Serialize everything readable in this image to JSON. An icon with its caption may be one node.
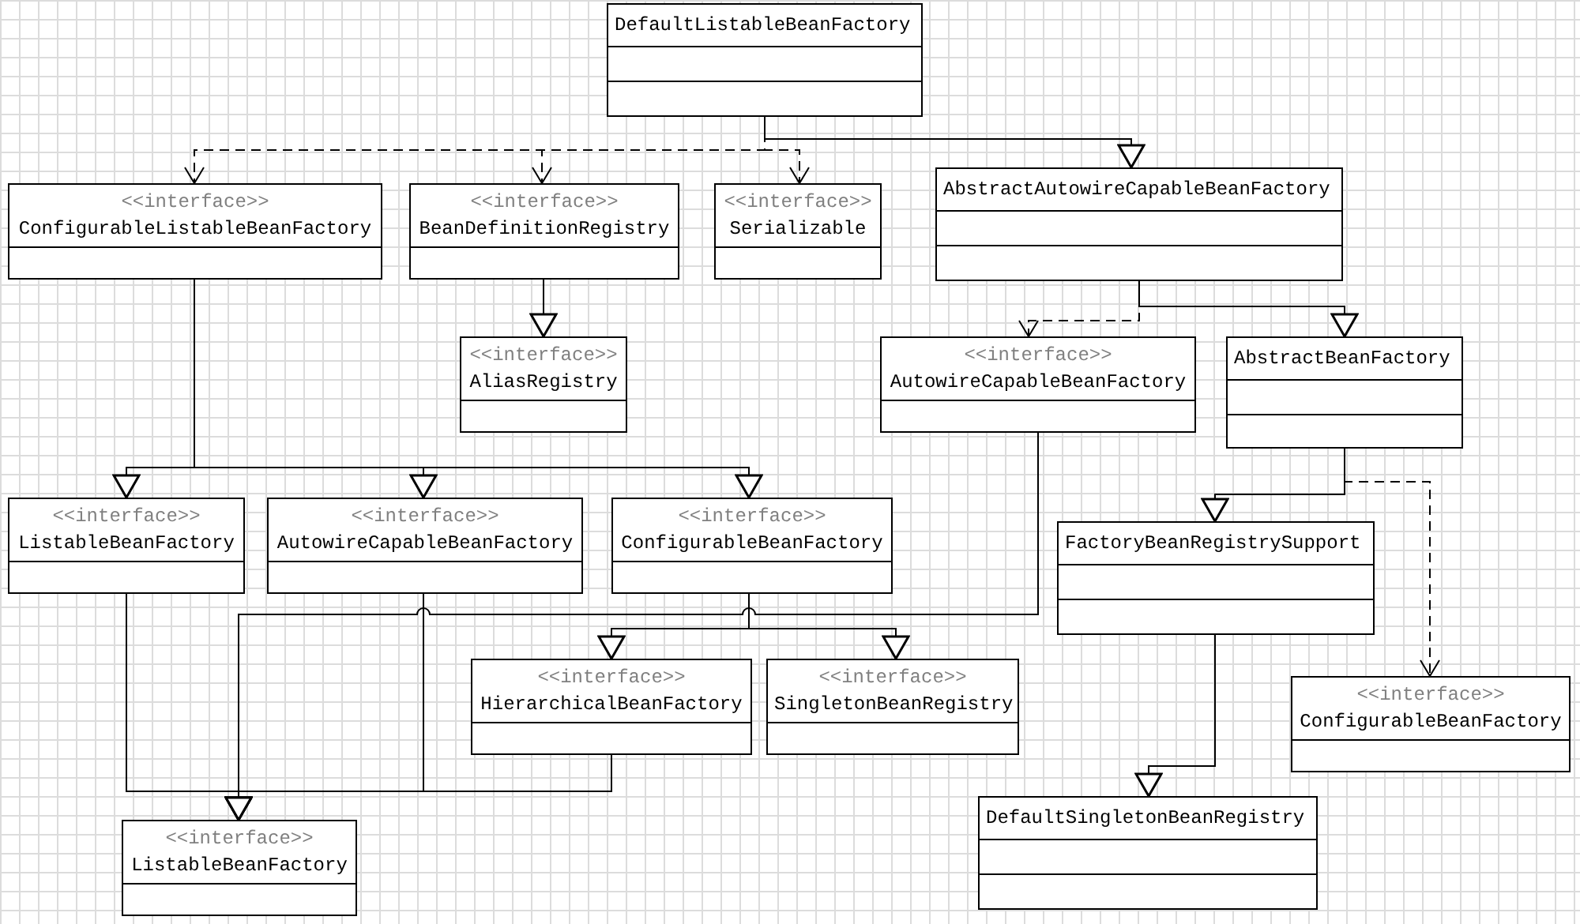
{
  "diagram": {
    "nodes": [
      {
        "text": [
          "DefaultListableBeanFactory"
        ]
      },
      {
        "text": [
          "<<interface>>",
          "ConfigurableListableBeanFactory"
        ]
      },
      {
        "text": [
          "<<interface>>",
          "BeanDefinitionRegistry"
        ]
      },
      {
        "text": [
          "<<interface>>",
          "Serializable"
        ]
      },
      {
        "text": [
          "AbstractAutowireCapableBeanFactory"
        ]
      },
      {
        "text": [
          "<<interface>>",
          "AliasRegistry"
        ]
      },
      {
        "text": [
          "<<interface>>",
          "AutowireCapableBeanFactory"
        ]
      },
      {
        "text": [
          "AbstractBeanFactory"
        ]
      },
      {
        "text": [
          "<<interface>>",
          "ListableBeanFactory"
        ]
      },
      {
        "text": [
          "<<interface>>",
          "AutowireCapableBeanFactory"
        ]
      },
      {
        "text": [
          "<<interface>>",
          "ConfigurableBeanFactory"
        ]
      },
      {
        "text": [
          "FactoryBeanRegistrySupport"
        ]
      },
      {
        "text": [
          "<<interface>>",
          "HierarchicalBeanFactory"
        ]
      },
      {
        "text": [
          "<<interface>>",
          "SingletonBeanRegistry"
        ]
      },
      {
        "text": [
          "<<interface>>",
          "ConfigurableBeanFactory"
        ]
      },
      {
        "text": [
          "<<interface>>",
          "ListableBeanFactory"
        ]
      },
      {
        "text": [
          "DefaultSingletonBeanRegistry"
        ]
      }
    ],
    "edges": [
      {
        "from": 0,
        "to": 1,
        "arrow": "to",
        "style": "dashed"
      },
      {
        "from": 0,
        "to": 2,
        "arrow": "to",
        "style": "dashed"
      },
      {
        "from": 0,
        "to": 3,
        "arrow": "to",
        "style": "dashed"
      },
      {
        "from": 0,
        "to": 4,
        "arrow": "to"
      },
      {
        "from": 2,
        "to": 5,
        "arrow": "to"
      },
      {
        "from": 4,
        "to": 6,
        "arrow": "to",
        "style": "dashed"
      },
      {
        "from": 4,
        "to": 7,
        "arrow": "to"
      },
      {
        "from": 1,
        "to": 8,
        "arrow": "to"
      },
      {
        "from": 1,
        "to": 9,
        "arrow": "to"
      },
      {
        "from": 1,
        "to": 10,
        "arrow": "to"
      },
      {
        "from": 7,
        "to": 11,
        "arrow": "to"
      },
      {
        "from": 7,
        "to": 14,
        "arrow": "to",
        "style": "dashed"
      },
      {
        "from": 10,
        "to": 12,
        "arrow": "to"
      },
      {
        "from": 10,
        "to": 13,
        "arrow": "to"
      },
      {
        "from": 6,
        "to": 15,
        "arrow": "to"
      },
      {
        "from": 8,
        "to": 15,
        "arrow": "to"
      },
      {
        "from": 9,
        "to": 15,
        "arrow": "to"
      },
      {
        "from": 12,
        "to": 15,
        "arrow": "to"
      },
      {
        "from": 11,
        "to": 16,
        "arrow": "to"
      }
    ]
  }
}
